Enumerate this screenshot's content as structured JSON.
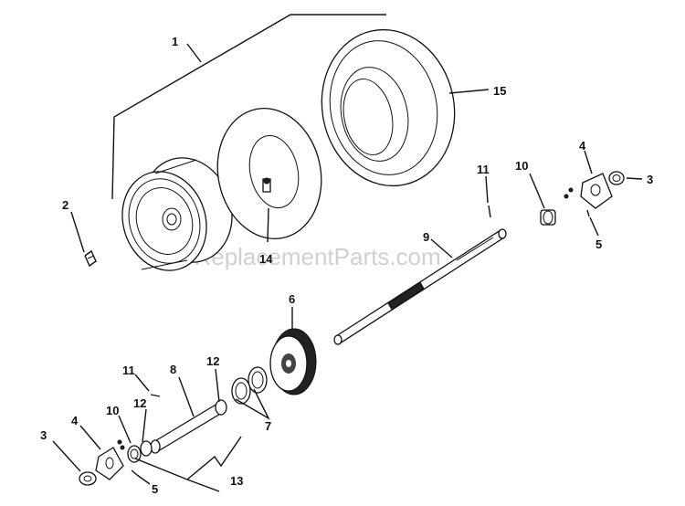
{
  "watermark": "eReplacementParts.com",
  "callouts": {
    "c1": "1",
    "c2": "2",
    "c3_right": "3",
    "c3_left": "3",
    "c4_right": "4",
    "c4_left": "4",
    "c5_right": "5",
    "c5_left": "5",
    "c6": "6",
    "c7": "7",
    "c8": "8",
    "c9": "9",
    "c10_right": "10",
    "c10_left": "10",
    "c11_right": "11",
    "c11_left": "11",
    "c12_upper": "12",
    "c12_lower": "12",
    "c13": "13",
    "c14": "14",
    "c15": "15"
  }
}
